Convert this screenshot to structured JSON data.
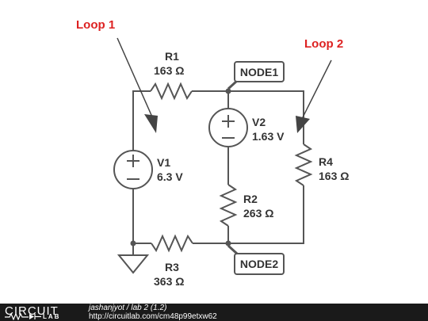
{
  "loops": {
    "loop1": "Loop 1",
    "loop2": "Loop 2"
  },
  "nodes": {
    "node1": "NODE1",
    "node2": "NODE2"
  },
  "components": {
    "r1": {
      "name": "R1",
      "value": "163 Ω"
    },
    "r2": {
      "name": "R2",
      "value": "263 Ω"
    },
    "r3": {
      "name": "R3",
      "value": "363 Ω"
    },
    "r4": {
      "name": "R4",
      "value": "163 Ω"
    },
    "v1": {
      "name": "V1",
      "value": "6.3 V"
    },
    "v2": {
      "name": "V2",
      "value": "1.63 V"
    }
  },
  "footer": {
    "logo_top": "CIRCUIT",
    "logo_bottom": "LAB",
    "author": "jashanjyot",
    "separator": " / ",
    "title": "lab 2 (1.2)",
    "url": "http://circuitlab.com/cm48p99etxw62"
  },
  "colors": {
    "wire": "#555555",
    "loop_label": "#dd2222",
    "footer_bg": "#1a1a1a"
  }
}
